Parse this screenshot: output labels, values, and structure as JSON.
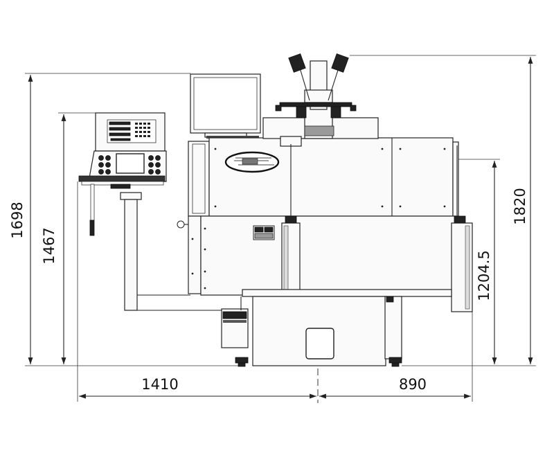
{
  "dimensions": {
    "total_height_left": "1698",
    "console_height": "1467",
    "total_height_right": "1820",
    "center_height": "1204.5",
    "width_left": "1410",
    "width_right": "890"
  }
}
